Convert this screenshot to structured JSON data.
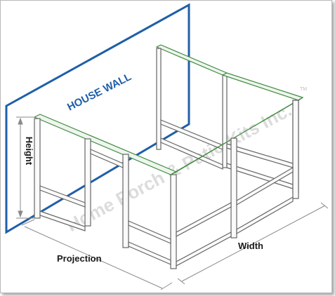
{
  "diagram": {
    "wall_label": "HOUSE WALL",
    "height_label": "Height",
    "projection_label": "Projection",
    "width_label": "Width",
    "watermark": "Home Porch & Patio Kits Inc.",
    "trademark": "TM"
  },
  "colors": {
    "wall": "#1f5fa8",
    "frame_stroke": "#666666",
    "frame_top": "#3f8a3f",
    "dim_line": "#8a8a8a",
    "watermark": "#d9d9d9"
  }
}
